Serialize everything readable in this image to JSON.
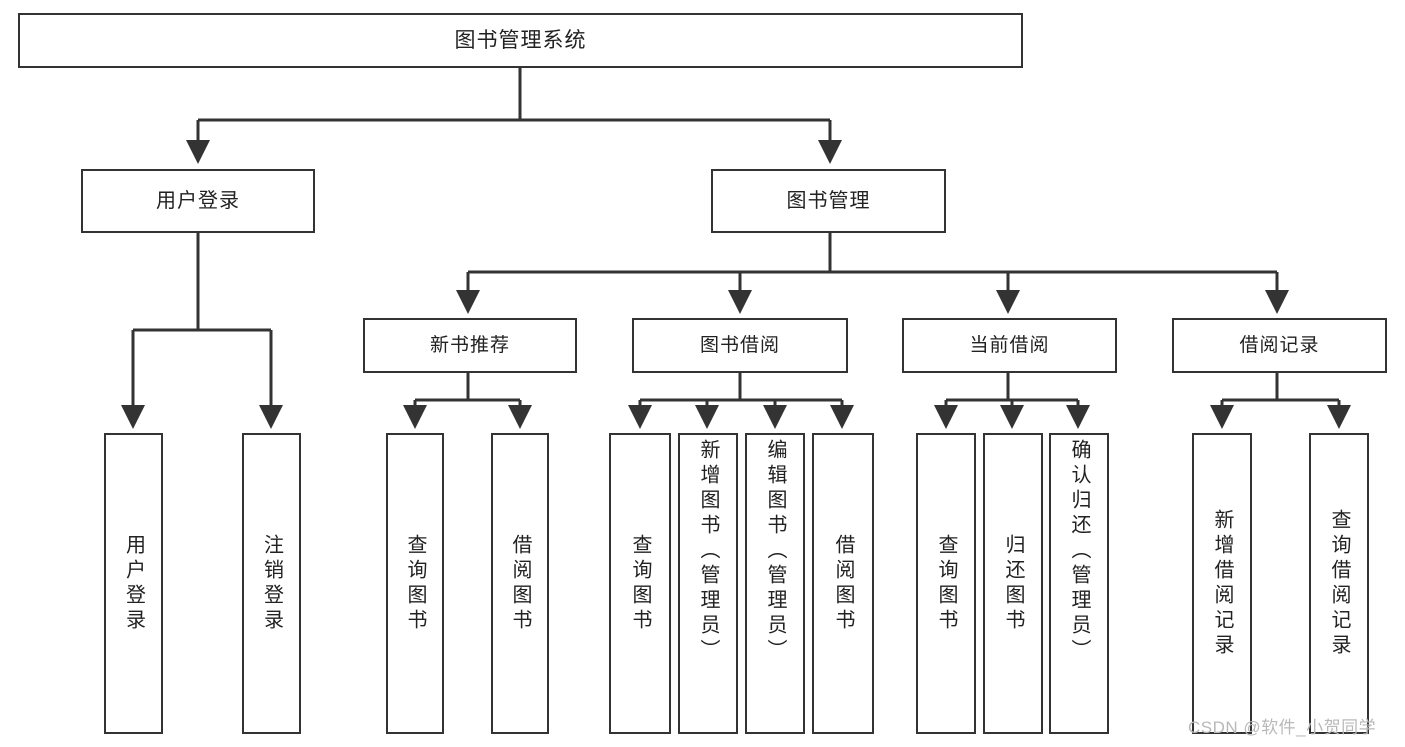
{
  "diagram": {
    "title": "图书管理系统",
    "type": "tree",
    "colors": {
      "node_border": "#333333",
      "node_fill": "#ffffff",
      "edge": "#333333",
      "text": "#222222",
      "watermark": "#b9b9b9"
    },
    "root": {
      "label": "图书管理系统"
    },
    "level2": [
      {
        "label": "用户登录"
      },
      {
        "label": "图书管理"
      }
    ],
    "level3": [
      {
        "label": "新书推荐"
      },
      {
        "label": "图书借阅"
      },
      {
        "label": "当前借阅"
      },
      {
        "label": "借阅记录"
      }
    ],
    "leaves": {
      "user_login": [
        {
          "label": "用户登录"
        },
        {
          "label": "注销登录"
        }
      ],
      "new_book_recommend": [
        {
          "label": "查询图书"
        },
        {
          "label": "借阅图书"
        }
      ],
      "book_borrow": [
        {
          "label": "查询图书"
        },
        {
          "label": "新增图书（管理员）"
        },
        {
          "label": "编辑图书（管理员）"
        },
        {
          "label": "借阅图书"
        }
      ],
      "current_borrow": [
        {
          "label": "查询图书"
        },
        {
          "label": "归还图书"
        },
        {
          "label": "确认归还（管理员）"
        }
      ],
      "borrow_record": [
        {
          "label": "新增借阅记录"
        },
        {
          "label": "查询借阅记录"
        }
      ]
    }
  },
  "watermark": {
    "text": "CSDN @软件_小贺同学"
  }
}
